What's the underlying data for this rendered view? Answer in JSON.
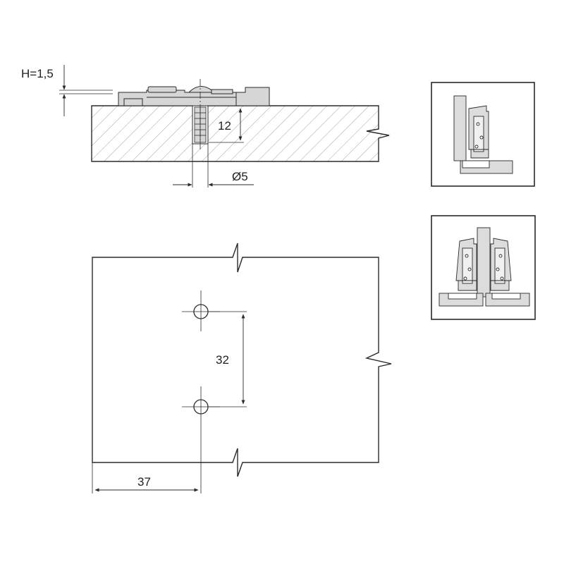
{
  "drawing": {
    "title": "",
    "side_view": {
      "height_label": "H=1,5",
      "depth_label": "12",
      "diameter_label": "Ø5"
    },
    "plan_view": {
      "spacing_label": "32",
      "edge_distance_label": "37"
    },
    "thumbnails": [
      {
        "icon": "hinge-mounted-side-icon"
      },
      {
        "icon": "hinge-pair-front-icon"
      }
    ],
    "colors": {
      "line": "#2a2a2a",
      "part": "#d6d6d6",
      "hatch": "#8a8a8a"
    }
  }
}
